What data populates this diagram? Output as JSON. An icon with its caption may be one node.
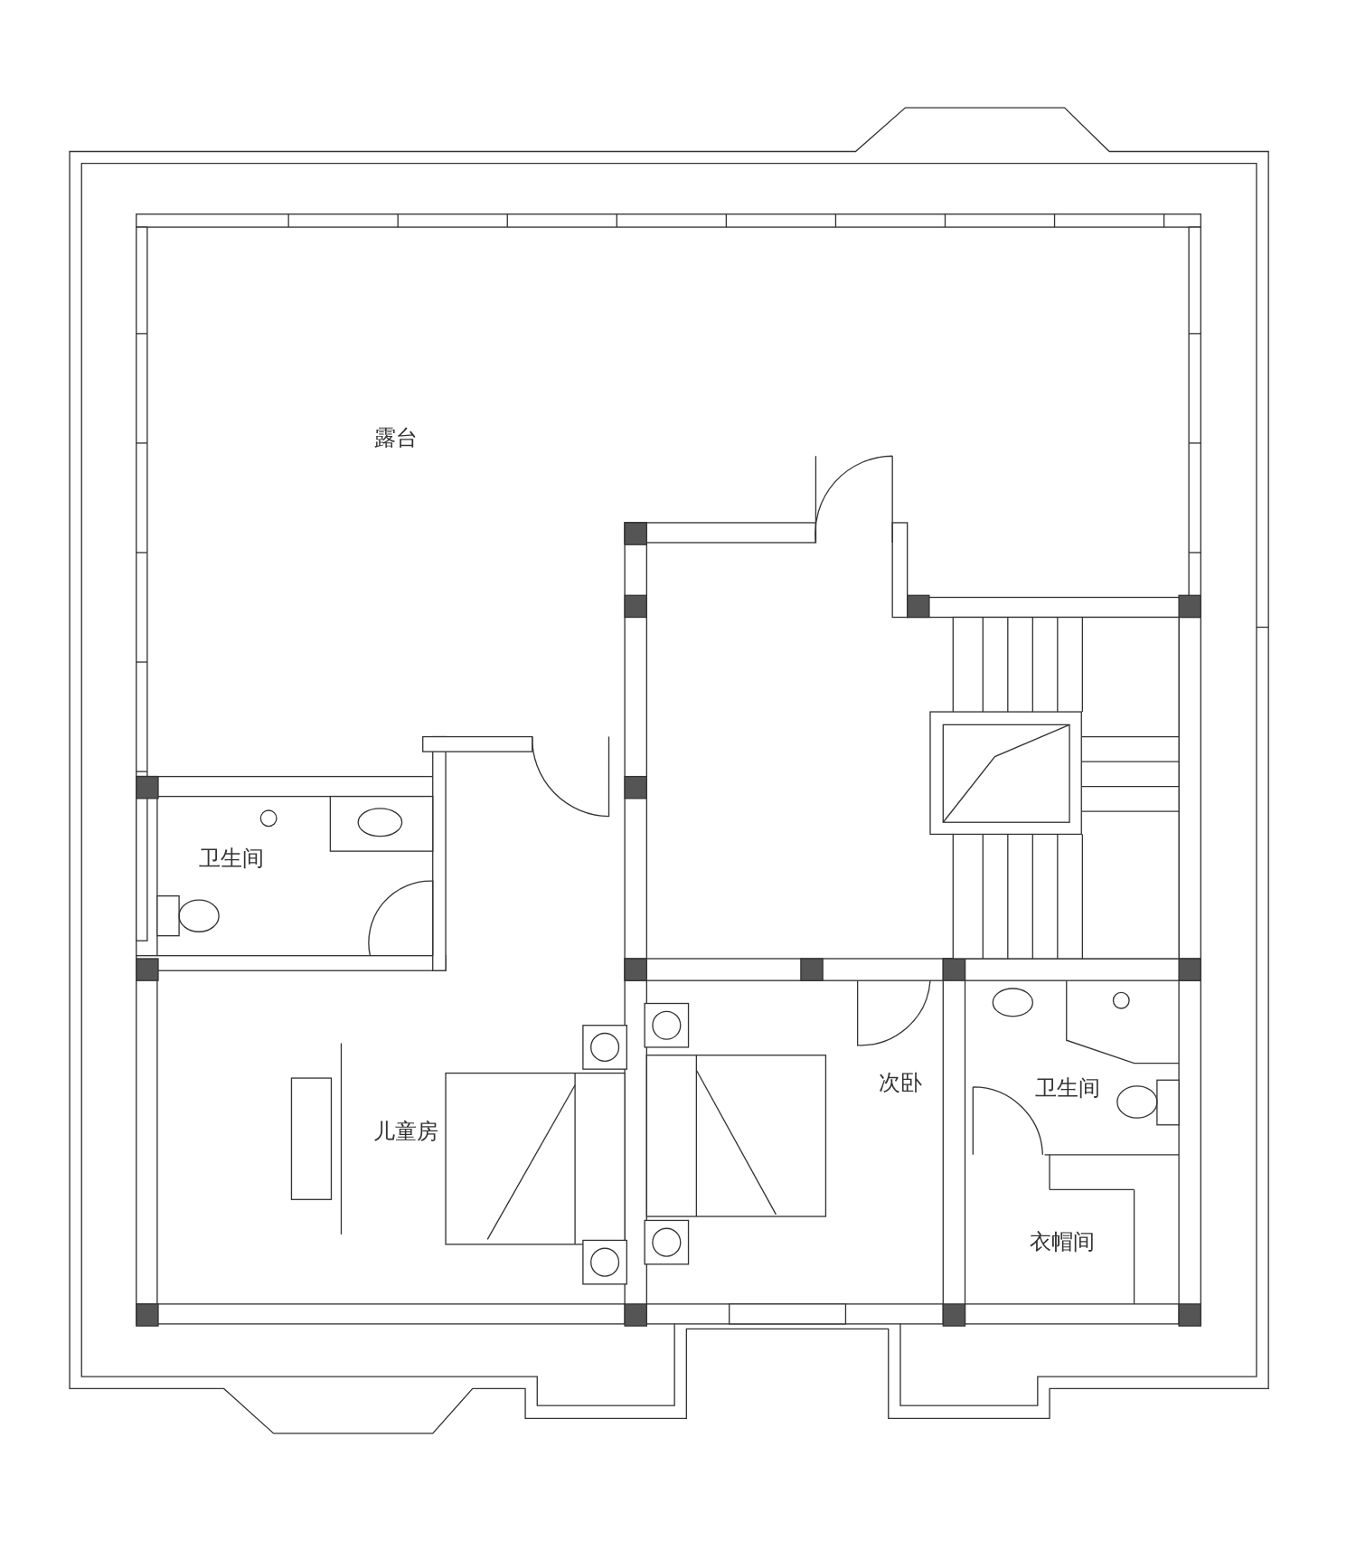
{
  "diagram": {
    "labels": [
      "露台",
      "卫生间",
      "儿童房",
      "次卧",
      "卫生间",
      "衣帽间"
    ]
  }
}
